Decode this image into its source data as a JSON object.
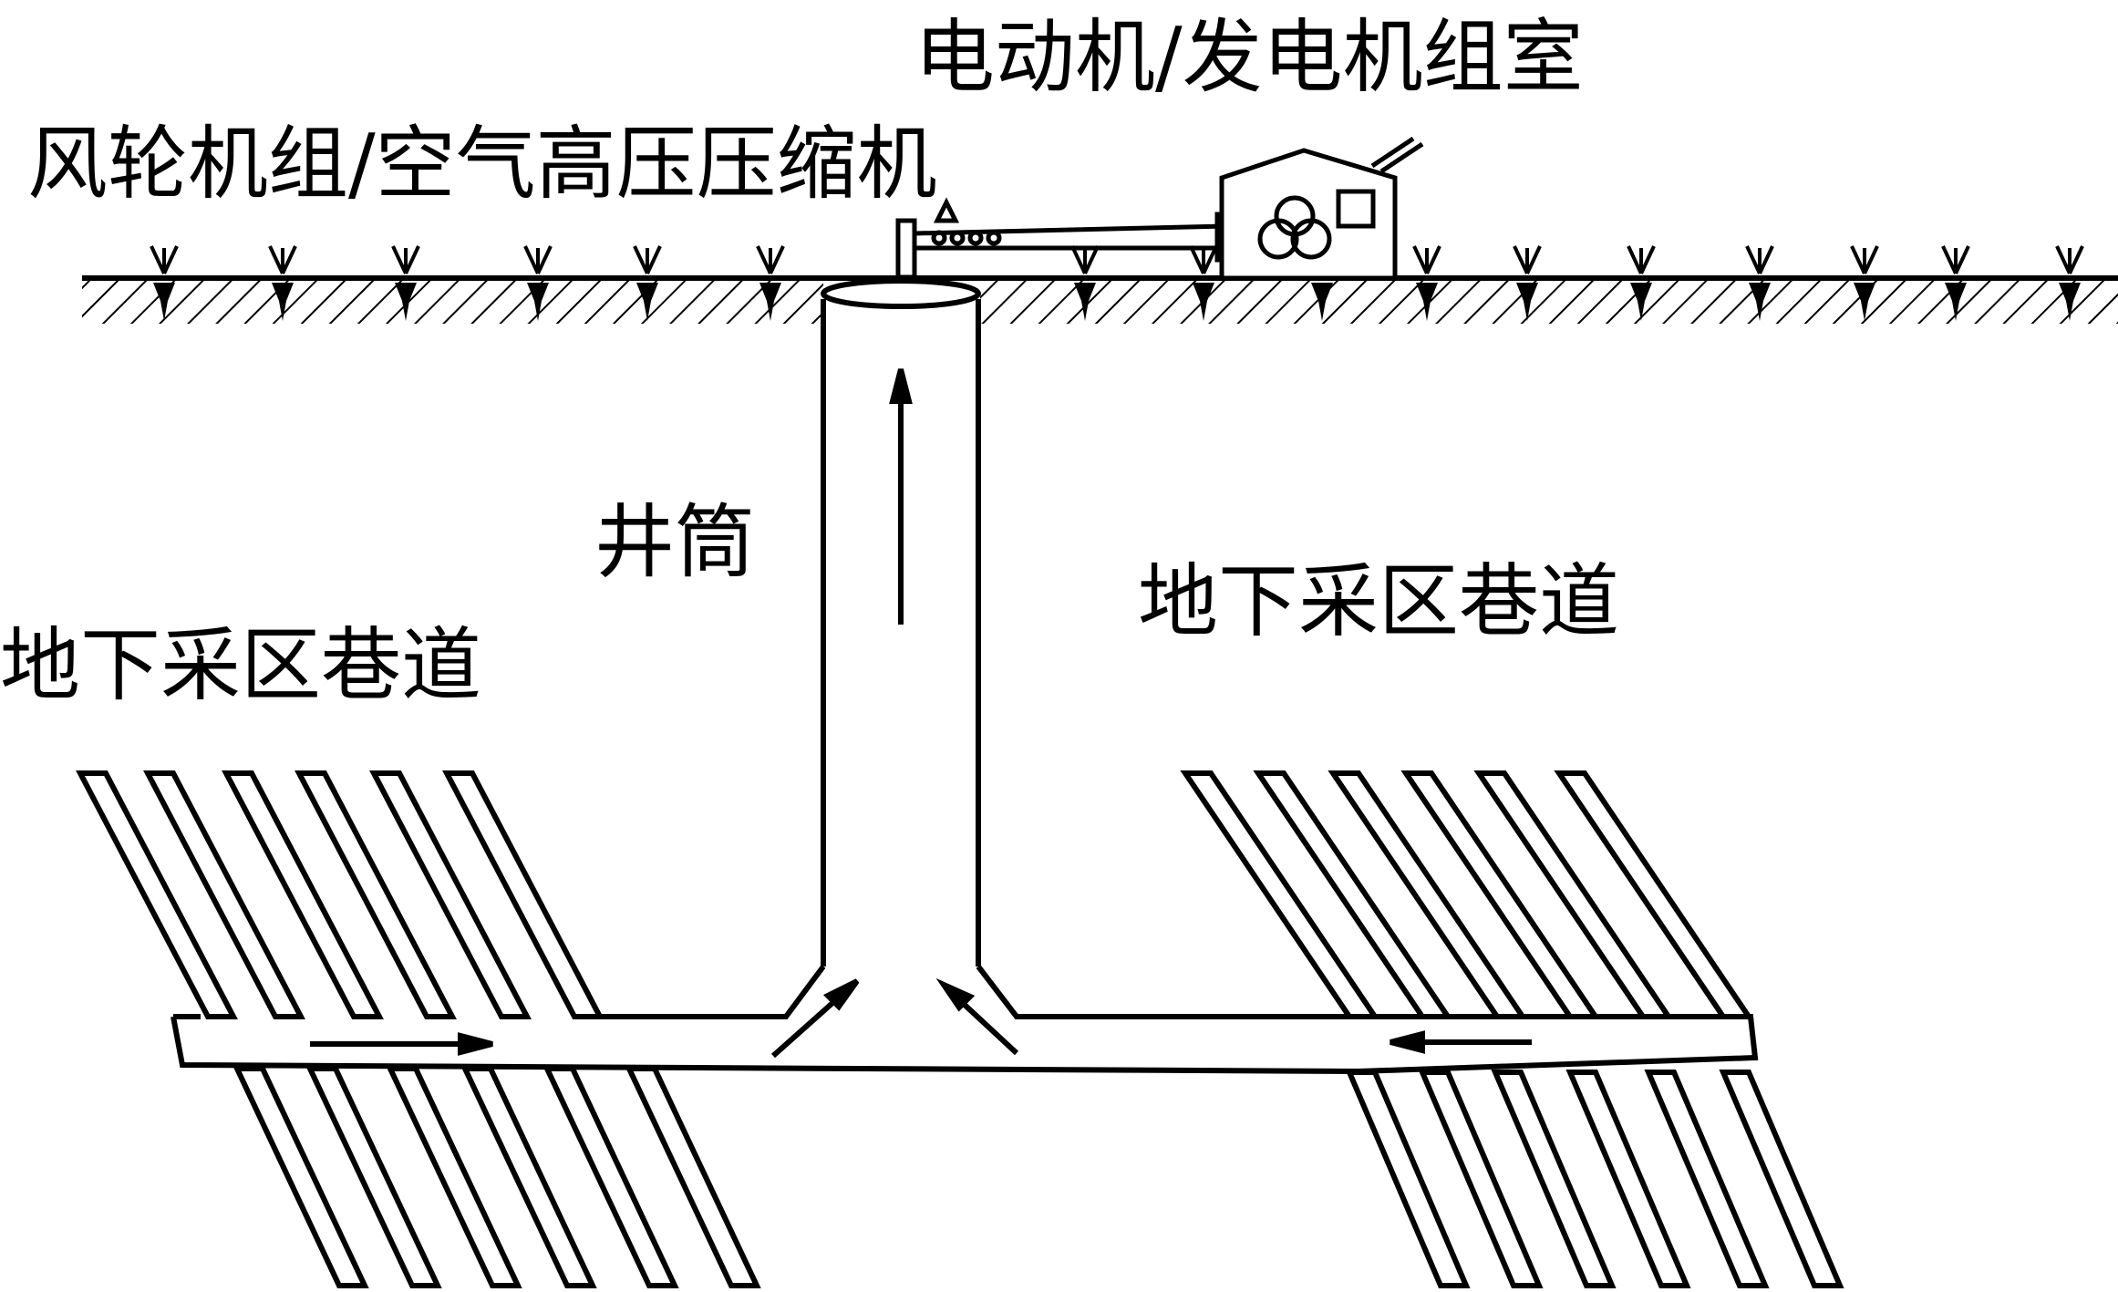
{
  "labels": {
    "motor_room": "电动机/发电机组室",
    "wind_compressor": "风轮机组/空气高压压缩机",
    "shaft": "井筒",
    "tunnel_left": "地下采区巷道",
    "tunnel_right": "地下采区巷道"
  },
  "colors": {
    "ink": "#000000",
    "background": "#ffffff"
  }
}
